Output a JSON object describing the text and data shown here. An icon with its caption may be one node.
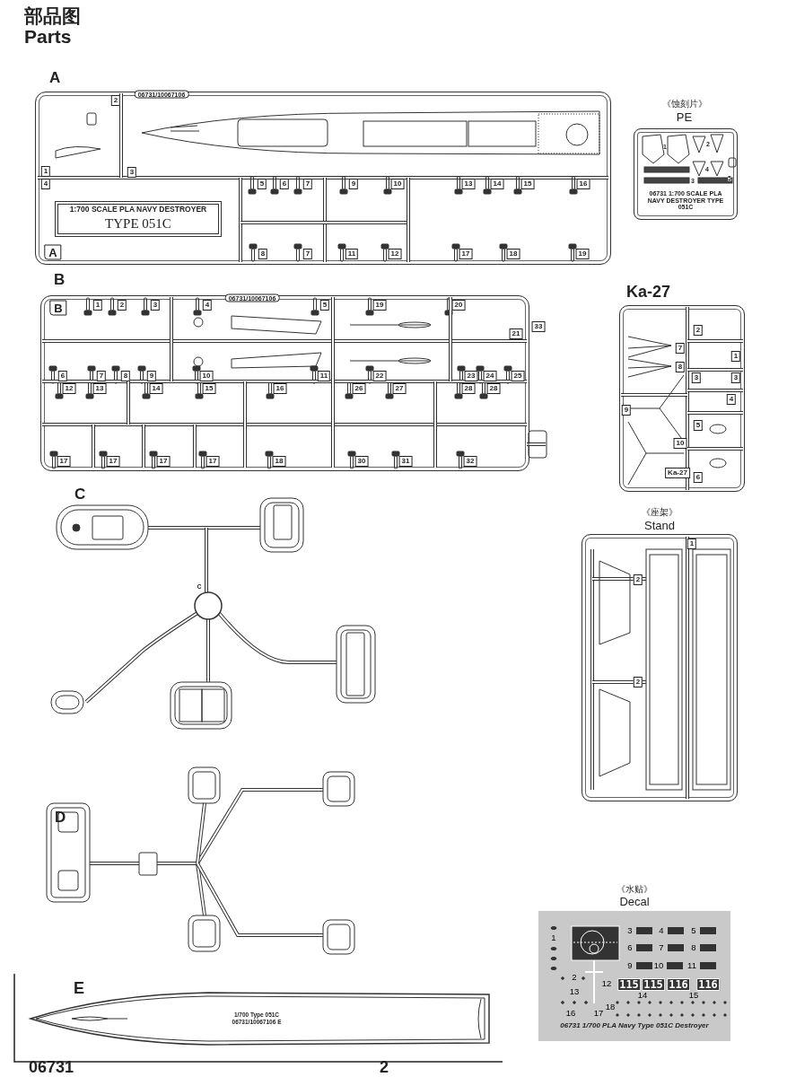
{
  "diagram": {
    "title": "部品图 Parts",
    "nodes": [
      {
        "text": [
          "A"
        ]
      },
      {
        "text": [
          "1:700 SCALE PLA NAVY DESTROYER",
          "TYPE 051C"
        ],
        "in": 0
      },
      {
        "text": [
          "《蚀刻片》",
          "PE"
        ]
      },
      {
        "text": [
          "B"
        ]
      },
      {
        "text": [
          "Ka-27"
        ]
      },
      {
        "text": [
          "C"
        ]
      },
      {
        "text": [
          "《座架》",
          "Stand"
        ]
      },
      {
        "text": [
          "D"
        ]
      },
      {
        "text": [
          "《水贴》",
          "Decal"
        ]
      },
      {
        "text": [
          "E"
        ]
      }
    ],
    "labels": [
      "06731/10067106",
      "2",
      "1",
      "3",
      "4",
      "5",
      "6",
      "7",
      "9",
      "10",
      "13",
      "14",
      "15",
      "16",
      "A",
      "8",
      "7",
      "11",
      "12",
      "17",
      "18",
      "19",
      "1",
      "2",
      "4",
      "5",
      "3",
      "06731 1:700 SCALE PLA NAVY DESTROYER TYPE 051C",
      "06731/10067106",
      "B",
      "1",
      "2",
      "3",
      "4",
      "5",
      "19",
      "20",
      "21",
      "33",
      "6",
      "7",
      "8",
      "9",
      "10",
      "11",
      "22",
      "23",
      "24",
      "25",
      "12",
      "13",
      "14",
      "15",
      "16",
      "26",
      "27",
      "28",
      "28",
      "17",
      "17",
      "17",
      "17",
      "18",
      "30",
      "31",
      "32",
      "7",
      "2",
      "1",
      "8",
      "3",
      "3",
      "4",
      "9",
      "5",
      "10",
      "Ka-27",
      "6",
      "C",
      "1",
      "2",
      "2",
      "1",
      "3",
      "4",
      "5",
      "6",
      "7",
      "8",
      "9",
      "10",
      "11",
      "2",
      "12",
      "115",
      "115",
      "116",
      "116",
      "13",
      "14",
      "15",
      "18",
      "16",
      "17",
      "06731 1/700 PLA Navy Type 051C Destroyer",
      "1/700 Type 051C",
      "06731/10067106 E",
      "06731",
      "2"
    ]
  }
}
